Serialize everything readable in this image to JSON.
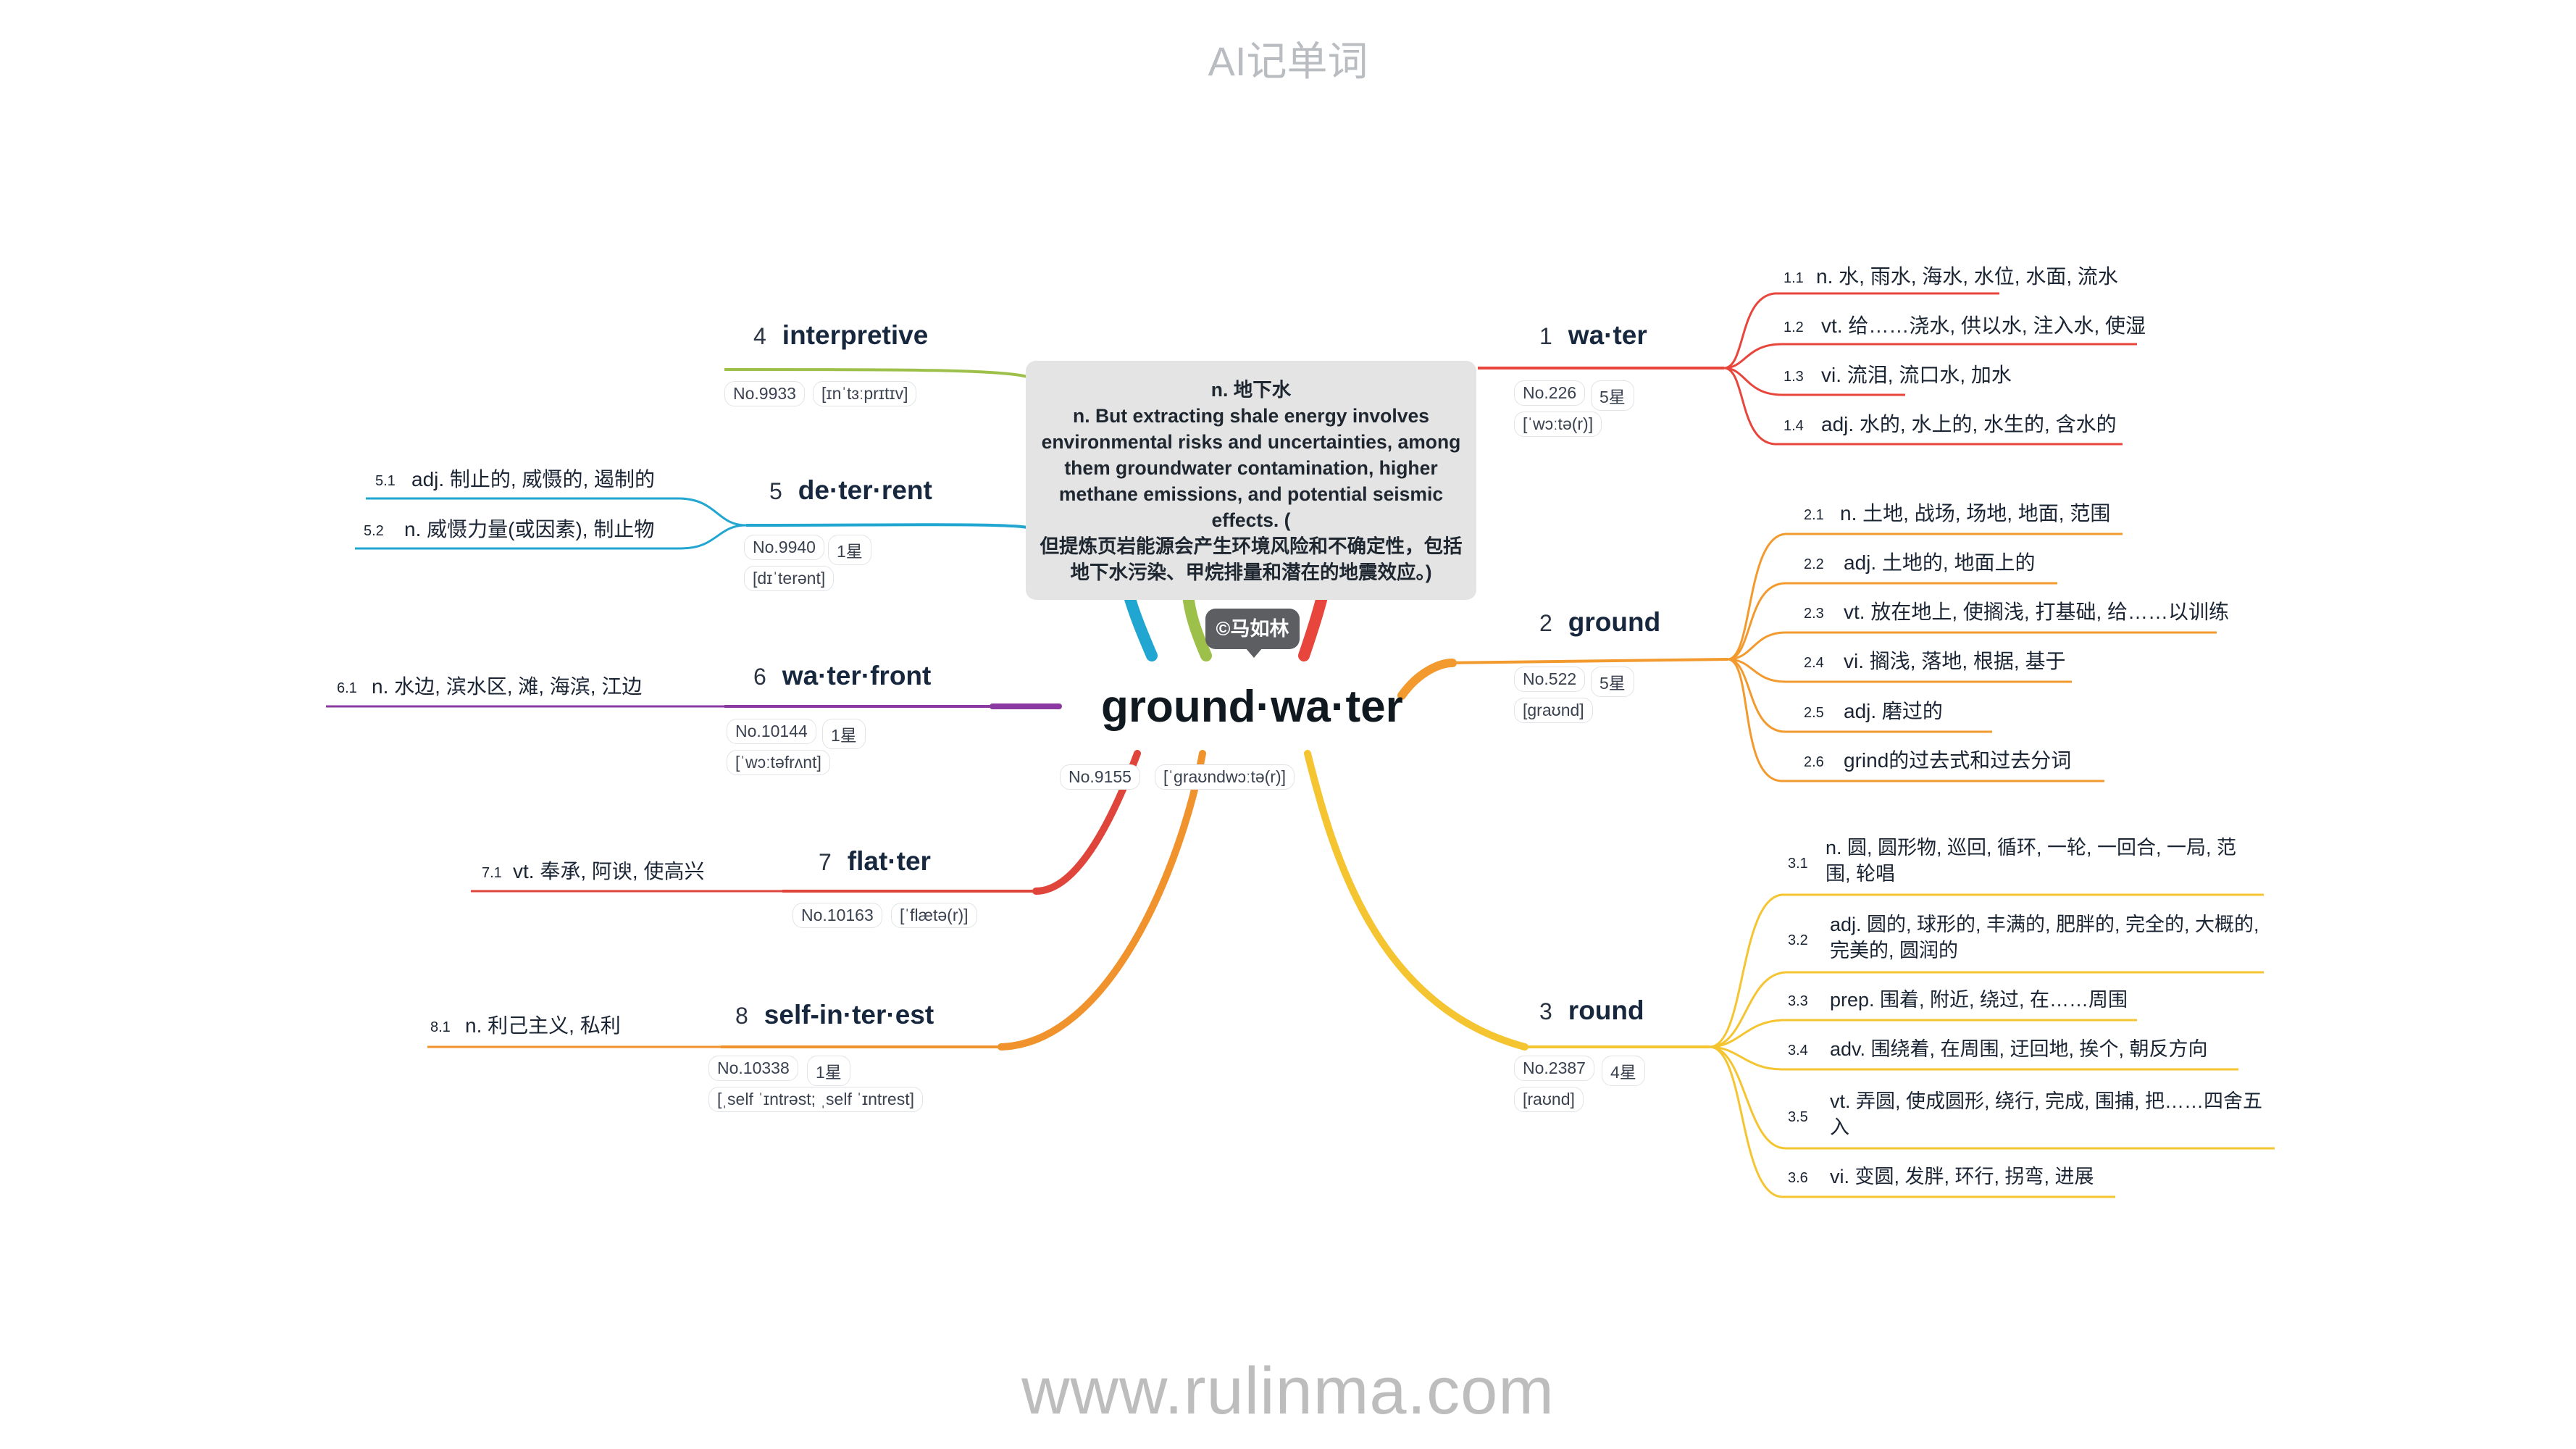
{
  "header": {
    "title": "AI记单词"
  },
  "footer": {
    "url": "www.rulinma.com"
  },
  "center": {
    "word": "ground·wa·ter",
    "rank": "No.9155",
    "phonetic": "[ˈɡraʊndwɔːtə(r)]"
  },
  "note": {
    "cn_meaning": "n. 地下水",
    "example_en": "n. But extracting shale energy involves environmental risks and uncertainties, among them groundwater contamination, higher methane emissions, and potential seismic effects. (",
    "example_cn": "但提炼页岩能源会产生环境风险和不确定性，包括地下水污染、甲烷排量和潜在的地震效应。)",
    "badge": "©马如林"
  },
  "colors": {
    "water": "#e8453c",
    "ground": "#f29a2e",
    "round": "#f5c531",
    "interpretive": "#9cc04a",
    "deterrent": "#21a6d1",
    "waterfront": "#8a3aa0",
    "flatter": "#e0453c",
    "selfinterest": "#f0932d"
  },
  "branches": [
    {
      "id": "water",
      "num": "1",
      "word": "wa·ter",
      "rank": "No.226",
      "stars": "5星",
      "phonetic": "[ˈwɔːtə(r)]",
      "meanings": [
        {
          "idx": "1.1",
          "text": "n. 水, 雨水, 海水, 水位, 水面, 流水"
        },
        {
          "idx": "1.2",
          "text": "vt. 给……浇水, 供以水, 注入水, 使湿"
        },
        {
          "idx": "1.3",
          "text": "vi. 流泪, 流口水, 加水"
        },
        {
          "idx": "1.4",
          "text": "adj. 水的, 水上的, 水生的, 含水的"
        }
      ]
    },
    {
      "id": "ground",
      "num": "2",
      "word": "ground",
      "rank": "No.522",
      "stars": "5星",
      "phonetic": "[ɡraʊnd]",
      "meanings": [
        {
          "idx": "2.1",
          "text": "n. 土地, 战场, 场地, 地面, 范围"
        },
        {
          "idx": "2.2",
          "text": "adj. 土地的, 地面上的"
        },
        {
          "idx": "2.3",
          "text": "vt. 放在地上, 使搁浅, 打基础, 给……以训练"
        },
        {
          "idx": "2.4",
          "text": "vi. 搁浅, 落地, 根据, 基于"
        },
        {
          "idx": "2.5",
          "text": "adj. 磨过的"
        },
        {
          "idx": "2.6",
          "text": "grind的过去式和过去分词"
        }
      ]
    },
    {
      "id": "round",
      "num": "3",
      "word": "round",
      "rank": "No.2387",
      "stars": "4星",
      "phonetic": "[raʊnd]",
      "meanings": [
        {
          "idx": "3.1",
          "text": "n. 圆, 圆形物, 巡回, 循环, 一轮, 一回合, 一局, 范围, 轮唱"
        },
        {
          "idx": "3.2",
          "text": "adj. 圆的, 球形的, 丰满的, 肥胖的, 完全的, 大概的, 完美的, 圆润的"
        },
        {
          "idx": "3.3",
          "text": "prep. 围着, 附近, 绕过, 在……周围"
        },
        {
          "idx": "3.4",
          "text": "adv. 围绕着, 在周围, 迂回地, 挨个, 朝反方向"
        },
        {
          "idx": "3.5",
          "text": "vt. 弄圆, 使成圆形, 绕行, 完成, 围捕, 把……四舍五入"
        },
        {
          "idx": "3.6",
          "text": "vi. 变圆, 发胖, 环行, 拐弯, 进展"
        }
      ]
    },
    {
      "id": "interpretive",
      "num": "4",
      "word": "interpretive",
      "rank": "No.9933",
      "phonetic": "[ɪnˈtɜːprɪtɪv]",
      "meanings": []
    },
    {
      "id": "deterrent",
      "num": "5",
      "word": "de·ter·rent",
      "rank": "No.9940",
      "stars": "1星",
      "phonetic": "[dɪˈterənt]",
      "meanings": [
        {
          "idx": "5.1",
          "text": "adj. 制止的, 威慑的, 遏制的"
        },
        {
          "idx": "5.2",
          "text": "n. 威慑力量(或因素), 制止物"
        }
      ]
    },
    {
      "id": "waterfront",
      "num": "6",
      "word": "wa·ter·front",
      "rank": "No.10144",
      "stars": "1星",
      "phonetic": "[ˈwɔːtəfrʌnt]",
      "meanings": [
        {
          "idx": "6.1",
          "text": "n. 水边, 滨水区, 滩, 海滨, 江边"
        }
      ]
    },
    {
      "id": "flatter",
      "num": "7",
      "word": "flat·ter",
      "rank": "No.10163",
      "phonetic": "[ˈflætə(r)]",
      "meanings": [
        {
          "idx": "7.1",
          "text": "vt. 奉承, 阿谀, 使高兴"
        }
      ]
    },
    {
      "id": "selfinterest",
      "num": "8",
      "word": "self-in·ter·est",
      "rank": "No.10338",
      "stars": "1星",
      "phonetic": "[ˌself ˈɪntrəst; ˌself ˈɪntrest]",
      "meanings": [
        {
          "idx": "8.1",
          "text": "n. 利己主义, 私利"
        }
      ]
    }
  ]
}
